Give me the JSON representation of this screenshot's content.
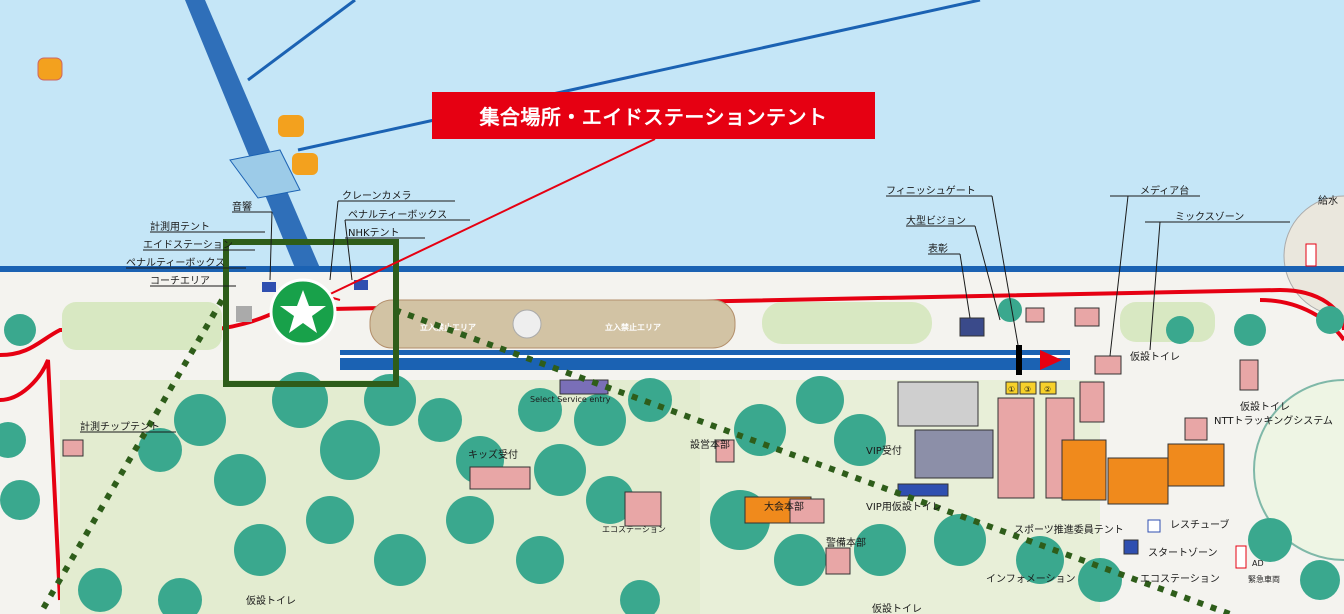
{
  "callout": {
    "text": "集合場所・エイドステーションテント"
  },
  "labels": {
    "sound": "音響",
    "timing_tent": "計測用テント",
    "aid_station": "エイドステーション",
    "penalty_box_left": "ペナルティーボックス",
    "coach_area": "コーチエリア",
    "crane_camera": "クレーンカメラ",
    "penalty_box_right": "ペナルティーボックス",
    "nhk_tent": "NHKテント",
    "finish_gate": "フィニッシュゲート",
    "big_vision": "大型ビジョン",
    "commendation": "表彰",
    "media_stand": "メディア台",
    "mixed_zone": "ミックスゾーン",
    "water": "給水",
    "temp_toilet_right": "仮設トイレ",
    "ntt_tracking": "NTTトラッキングシステム",
    "temp_toilet_top": "仮設トイレ",
    "tip_tent": "計測チップテント",
    "kids_reception": "キッズ受付",
    "event_hq": "設営本部",
    "tournament_hq": "大会本部",
    "eco_station_left": "エコステーション",
    "command_hq": "警備本部",
    "vip_reception": "VIP受付",
    "vip_toilet": "VIP用仮設トイレ",
    "sports_committee": "スポーツ推進委員テント",
    "rescue_tube": "レスチューブ",
    "start_zone": "スタートゾーン",
    "information": "インフォメーション",
    "eco_station_right": "エコステーション",
    "emergency": "緊急車両",
    "temp_toilet_bottom": "仮設トイレ",
    "temp_toilet_bottom2": "仮設トイレ",
    "select_service": "Select Service entry",
    "zone_a": "立入禁止エリア",
    "zone_b": "立入禁止エリア",
    "num1": "①",
    "num3": "③",
    "num2": "②",
    "ad": "AD"
  },
  "colors": {
    "sea": "#c5e6f7",
    "land": "#f4f3ef",
    "lawn": "#d8e8c2",
    "tree": "#3aa88e",
    "course_blue": "#1b62b3",
    "course_red": "#e60012",
    "marker_green": "#2e5d1a",
    "star_fill": "#18a14a",
    "callout": "#e60012",
    "tent_orange": "#f08a1c",
    "tent_pink": "#e8a6a6"
  },
  "icons": {
    "assembly_marker": "star-icon",
    "direction": "arrow-right-icon"
  }
}
